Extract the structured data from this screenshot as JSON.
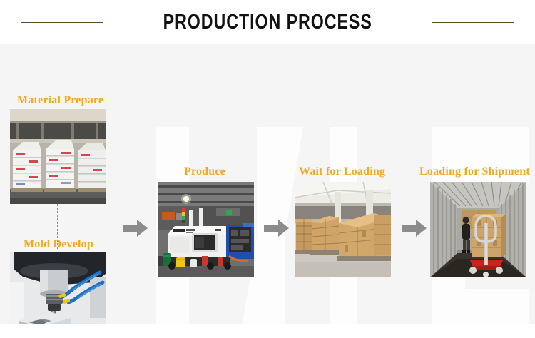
{
  "header": {
    "title": "PRODUCTION PROCESS",
    "rule_color": "#5b4a22"
  },
  "theme": {
    "page_background": "#ffffff",
    "panel_background": "#f5f5f5",
    "label_color": "#f5a623",
    "arrow_color": "#8c8c8c",
    "watermark_color": "#fdfdfd",
    "title_color": "#121212"
  },
  "watermark": {
    "text": "INE",
    "letters": [
      "I",
      "N",
      "E"
    ]
  },
  "steps": [
    {
      "id": "material-prepare",
      "label": "Material Prepare",
      "image_alt": "Pallets of stacked white plastic resin bags in a warehouse"
    },
    {
      "id": "mold-develop",
      "label": "Mold Develop",
      "image_alt": "CNC milling machine cutting a steel mold with blue coolant hoses"
    },
    {
      "id": "produce",
      "label": "Produce",
      "image_alt": "White and blue injection molding machine on a factory floor"
    },
    {
      "id": "wait-for-loading",
      "label": "Wait for Loading",
      "image_alt": "Stacks of brown cardboard cartons on pallets in a warehouse"
    },
    {
      "id": "loading-for-shipment",
      "label": "Loading for Shipment",
      "image_alt": "Worker with pallet jack loading cartons into a shipping container"
    }
  ],
  "connectors": {
    "dashed_link": "Material Prepare to Mold Develop",
    "arrows": [
      {
        "id": "arrow-1",
        "from": "Mold Develop",
        "to": "Produce"
      },
      {
        "id": "arrow-2",
        "from": "Produce",
        "to": "Wait for Loading"
      },
      {
        "id": "arrow-3",
        "from": "Wait for Loading",
        "to": "Loading for Shipment"
      }
    ]
  }
}
